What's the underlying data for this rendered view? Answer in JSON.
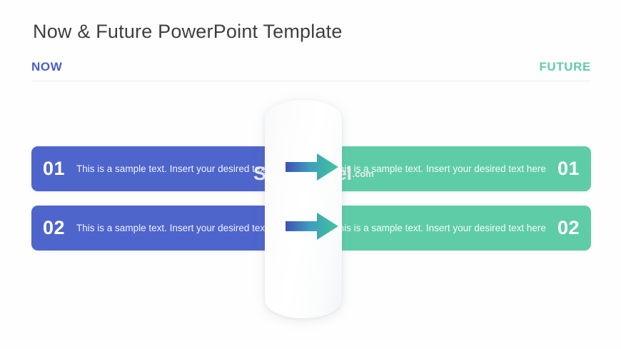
{
  "slide": {
    "title": "Now & Future PowerPoint Template",
    "headers": {
      "left": "NOW",
      "right": "FUTURE"
    },
    "colors": {
      "now": "#4e65cc",
      "future": "#5fcca8",
      "title": "#3c4043",
      "divider": "#e9ecef",
      "arrow_start": "#3f51b5",
      "arrow_end": "#3fc79a",
      "watermark": "#e9ebee"
    },
    "rows": [
      {
        "now": {
          "number": "01",
          "text": "This is a sample text. Insert your desired text here"
        },
        "arrow": "arrow-right-icon",
        "future": {
          "number": "01",
          "text": "This is a sample text. Insert your desired text here"
        }
      },
      {
        "now": {
          "number": "02",
          "text": "This is a sample text. Insert your desired text here"
        },
        "arrow": "arrow-right-icon",
        "future": {
          "number": "02",
          "text": "This is a sample text. Insert your desired text here"
        }
      }
    ],
    "watermark": {
      "brand": "SlideModel",
      "tld": ".com"
    }
  }
}
